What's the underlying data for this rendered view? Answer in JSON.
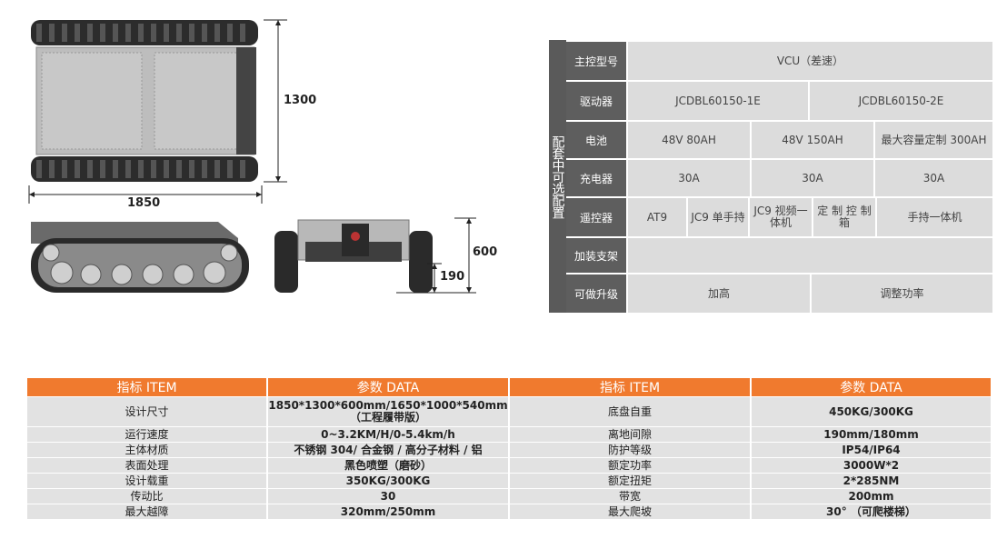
{
  "drawings": {
    "top_view": {
      "width_label": "1850",
      "height_label": "1300"
    },
    "front_view": {
      "height_label": "600",
      "clearance_label": "190"
    }
  },
  "config_table": {
    "side_title": "配套中可选配置",
    "rows": [
      {
        "label": "主控型号",
        "cells": [
          "VCU（差速）"
        ]
      },
      {
        "label": "驱动器",
        "cells": [
          "JCDBL60150-1E",
          "JCDBL60150-2E"
        ]
      },
      {
        "label": "电池",
        "cells": [
          "48V 80AH",
          "48V 150AH",
          "最大容量定制 300AH"
        ]
      },
      {
        "label": "充电器",
        "cells": [
          "30A",
          "30A",
          "30A"
        ]
      },
      {
        "label": "遥控器",
        "cells": [
          "AT9",
          "JC9 单手持",
          "JC9 视频一体机",
          "定 制 控 制 箱",
          "手持一体机"
        ]
      },
      {
        "label": "加装支架",
        "cells": [
          ""
        ]
      },
      {
        "label": "可做升级",
        "cells": [
          "加高",
          "调整功率"
        ]
      }
    ]
  },
  "spec_table": {
    "headers": [
      "指标 ITEM",
      "参数 DATA",
      "指标 ITEM",
      "参数 DATA"
    ],
    "rows": [
      [
        "设计尺寸",
        "1850*1300*600mm/1650*1000*540mm\n（工程履带版）",
        "底盘自重",
        "450KG/300KG"
      ],
      [
        "运行速度",
        "0~3.2KM/H/0-5.4km/h",
        "离地间隙",
        "190mm/180mm"
      ],
      [
        "主体材质",
        "不锈钢 304/ 合金钢 / 高分子材料 / 铝",
        "防护等级",
        "IP54/IP64"
      ],
      [
        "表面处理",
        "黑色喷塑（磨砂）",
        "额定功率",
        "3000W*2"
      ],
      [
        "设计载重",
        "350KG/300KG",
        "额定扭矩",
        "2*285NM"
      ],
      [
        "传动比",
        "30",
        "带宽",
        "200mm"
      ],
      [
        "最大越障",
        "320mm/250mm",
        "最大爬坡",
        "30° （可爬楼梯）"
      ]
    ]
  }
}
